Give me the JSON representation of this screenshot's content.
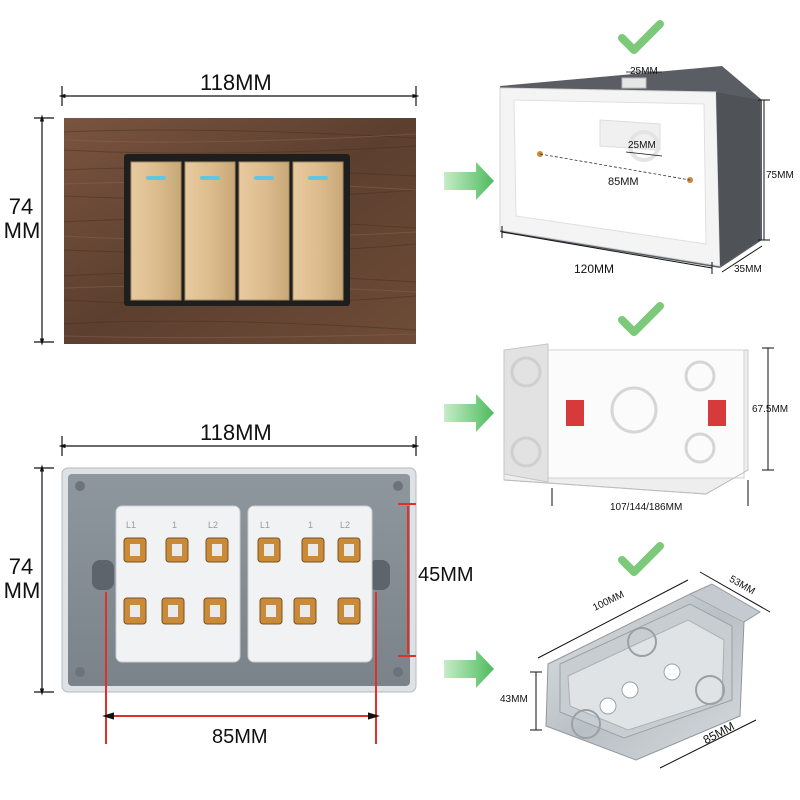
{
  "switch_front": {
    "width_label": "118MM",
    "height_label_line1": "74",
    "height_label_line2": "MM",
    "switch_count": 4
  },
  "switch_back": {
    "width_label": "118MM",
    "height_label_line1": "74",
    "height_label_line2": "MM",
    "hole_spacing_label": "85MM",
    "vertical_spacing_label": "45MM",
    "terminal_labels": [
      "L1",
      "1",
      "L2",
      "L1",
      "1",
      "L2"
    ]
  },
  "box_white": {
    "top_slot_label": "25MM",
    "inner_slot_label": "25MM",
    "hole_spacing_label": "85MM",
    "height_label": "75MM",
    "width_label": "120MM",
    "depth_label": "35MM"
  },
  "box_plastic": {
    "height_label": "67.5MM",
    "width_label": "107/144/186MM"
  },
  "box_metal": {
    "width_label": "100MM",
    "depth_label": "53MM",
    "height_label": "43MM",
    "length_label": "85MM"
  },
  "colors": {
    "check": "#7cc97a",
    "arrow": "#5dc26c",
    "dim_red": "#e0302a",
    "wood": "#6b4a35",
    "gold": "#d9b98a"
  }
}
